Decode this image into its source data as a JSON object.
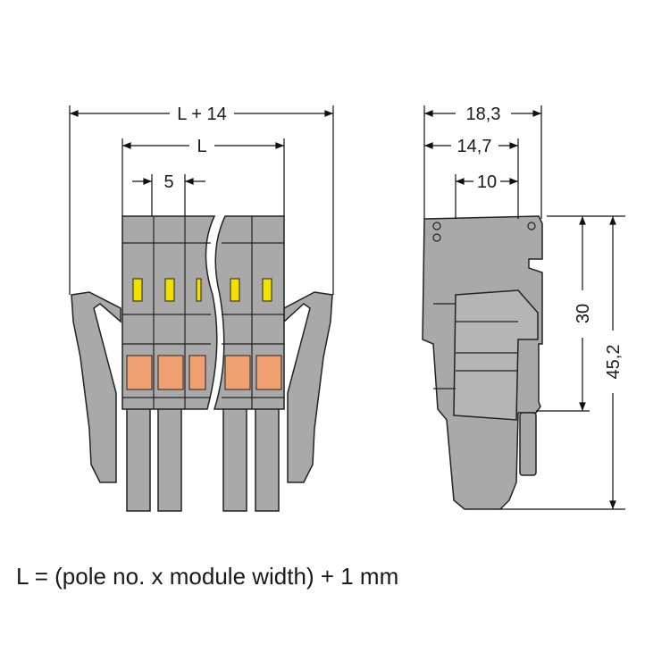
{
  "dimensions": {
    "overall_width": "L + 14",
    "length": "L",
    "pitch": "5",
    "depth_total": "18,3",
    "depth_mid": "14,7",
    "depth_inner": "10",
    "height_body": "30",
    "height_total": "45,2"
  },
  "caption": "L = (pole no. x module width) + 1 mm",
  "colors": {
    "housing": "#a9a9a9",
    "outline": "#222222",
    "release": "#f2e000",
    "spring": "#f0a070"
  }
}
